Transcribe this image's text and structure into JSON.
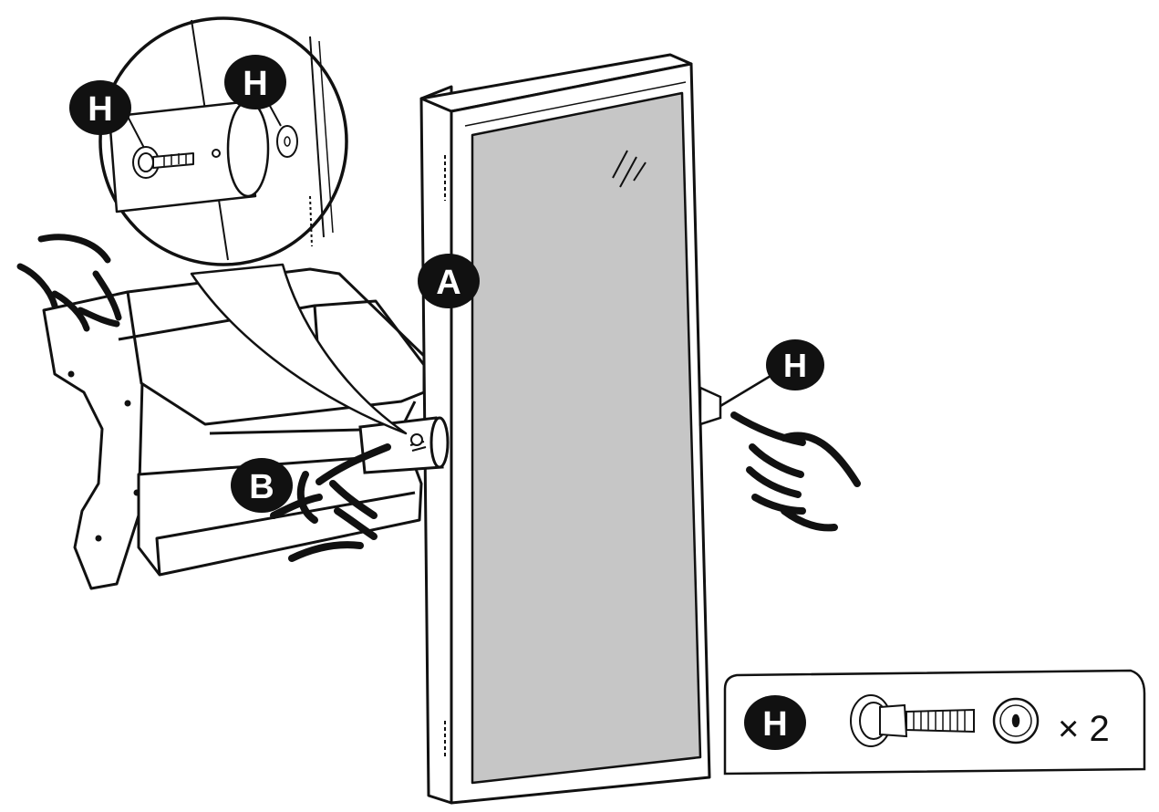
{
  "labels": {
    "mirror": "A",
    "bracket": "B",
    "screw": "H"
  },
  "parts_box": {
    "part": "H",
    "quantity": "× 2"
  },
  "colors": {
    "line": "#111111",
    "glass": "#c6c6c6",
    "badge": "#111111",
    "badge_text": "#ffffff",
    "background": "#ffffff"
  }
}
